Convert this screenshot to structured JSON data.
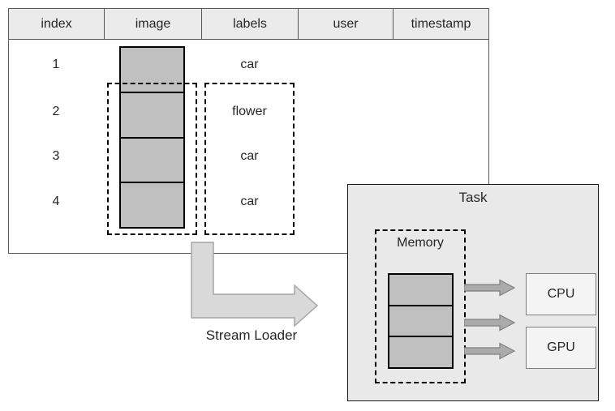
{
  "table": {
    "columns": [
      "index",
      "image",
      "labels",
      "user",
      "timestamp"
    ],
    "rows": [
      {
        "index": "1",
        "label": "car"
      },
      {
        "index": "2",
        "label": "flower"
      },
      {
        "index": "3",
        "label": "car"
      },
      {
        "index": "4",
        "label": "car"
      }
    ],
    "image_slots": 4,
    "selected_rows": [
      "2",
      "3",
      "4"
    ]
  },
  "stream_loader": {
    "label": "Stream Loader"
  },
  "task": {
    "title": "Task",
    "memory": {
      "title": "Memory",
      "slots": 3
    },
    "processors": [
      {
        "label": "CPU"
      },
      {
        "label": "GPU"
      }
    ]
  },
  "colors": {
    "header_fill": "#ebebeb",
    "table_border": "#595959",
    "image_fill": "#c0c0c0",
    "elbow_arrow_fill": "#d9d9d9",
    "elbow_arrow_stroke": "#a6a6a6",
    "task_fill": "#e9e9e9",
    "mini_arrow_fill": "#ababab",
    "mini_arrow_stroke": "#7f7f7f",
    "processor_fill": "#f4f4f4",
    "text": "#262626"
  }
}
